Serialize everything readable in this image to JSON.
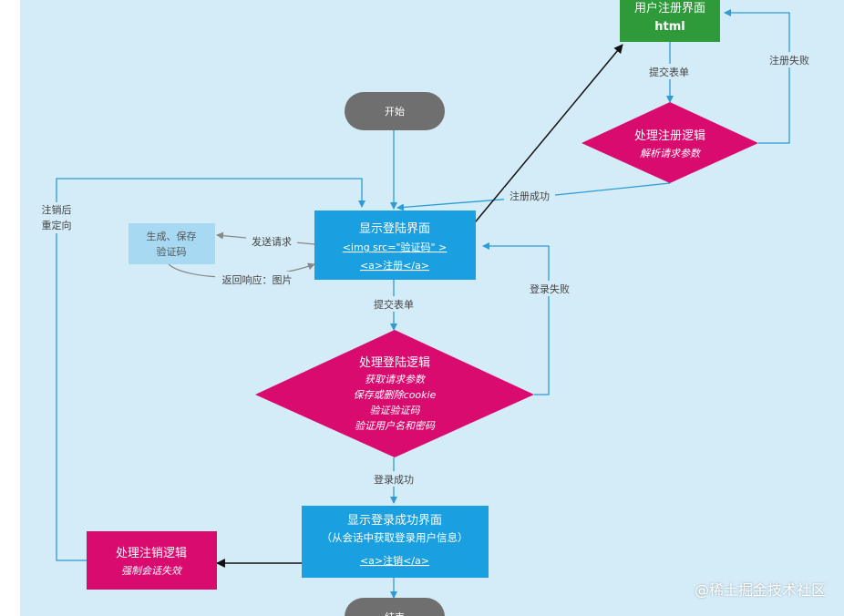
{
  "flow": {
    "register_page": {
      "title": "用户注册界面",
      "subtitle": "html"
    },
    "submit_form_top": "提交表单",
    "register_failed": "注册失败",
    "process_register": {
      "title": "处理注册逻辑",
      "subtitle": "解析请求参数"
    },
    "start": "开始",
    "logout_redirect": [
      "注销后",
      "重定向"
    ],
    "register_success": "注册成功",
    "login_page": {
      "title": "显示登陆界面",
      "line1": "<img src=\"验证码\" >",
      "line2": "<a>注册</a>"
    },
    "captcha_box": [
      "生成、保存",
      "验证码"
    ],
    "send_request": "发送请求",
    "return_response": "返回响应：图片",
    "submit_form_mid": "提交表单",
    "login_failed": "登录失败",
    "process_login": {
      "title": "处理登陆逻辑",
      "lines": [
        "获取请求参数",
        "保存或删除cookie",
        "验证验证码",
        "验证用户名和密码"
      ]
    },
    "login_success": "登录成功",
    "success_page": {
      "title": "显示登录成功界面",
      "line1": "（从会话中获取登录用户信息）",
      "line2": "<a>注销</a>"
    },
    "process_logout": {
      "title": "处理注销逻辑",
      "subtitle": "强制会话失效"
    },
    "end": "结束"
  },
  "watermark": "@稀土掘金技术社区",
  "colors": {
    "background": "#d4ecf8",
    "green": "#2e9a3a",
    "blue": "#1a9fe0",
    "magenta": "#d90b6e",
    "gray": "#6f6f6f",
    "light_blue": "#a8d9f2",
    "connector": "#2c9bd6"
  }
}
